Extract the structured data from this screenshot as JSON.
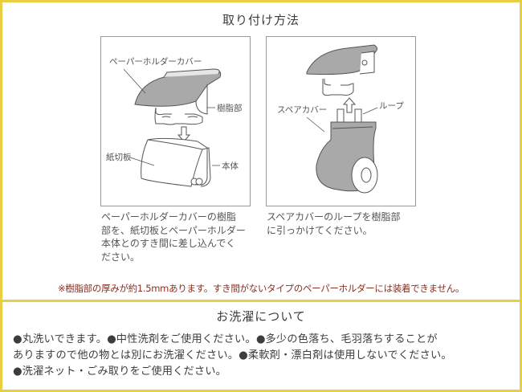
{
  "install": {
    "title": "取り付け方法",
    "left_panel": {
      "labels": {
        "cover": "ペーパーホルダーカバー",
        "resin": "樹脂部",
        "cutter": "紙切板",
        "body": "本体"
      },
      "caption": "ペーパーホルダーカバーの樹脂部を、紙切板とペーパーホルダー本体とのすき間に差し込んでください。",
      "caption_lines": [
        "ペーパーホルダーカバーの樹脂",
        "部を、紙切板とペーパーホルダー",
        "本体とのすき間に差し込んでく",
        "ださい。"
      ]
    },
    "right_panel": {
      "labels": {
        "spare": "スペアカバー",
        "loop": "ループ"
      },
      "caption": "スペアカバーのループを樹脂部に引っかけてください。",
      "caption_lines": [
        "スペアカバーのループを樹脂部",
        "に引っかけてください。"
      ]
    },
    "note": "※樹脂部の厚みが約1.5mmあります。すき間がないタイプのペーパーホルダーには装着できません。"
  },
  "washing": {
    "title": "お洗濯について",
    "lines": [
      "●丸洗いできます。●中性洗剤をご使用ください。●多少の色落ち、毛羽落ちすることが",
      "ありますので他の物とは別にお洗濯ください。●柔軟剤・漂白剤は使用しないでください。",
      "●洗濯ネット・ごみ取りをご使用ください。"
    ]
  },
  "colors": {
    "border": "#e8cf42",
    "note": "#8b2e1e",
    "fabric": "#a9a9a9"
  }
}
